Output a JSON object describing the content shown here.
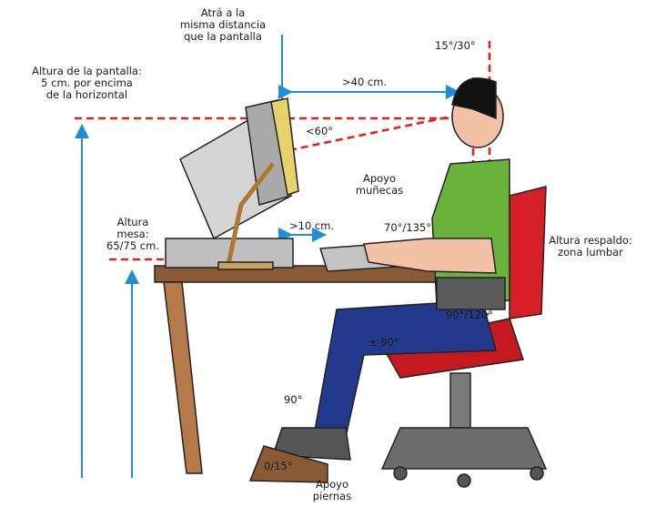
{
  "colors": {
    "measure_line": "#1e8fd6",
    "guide_dash": "#e8201c",
    "desk_top": "#8a5a35",
    "desk_leg": "#b57a4a",
    "monitor": "#c9c9c9",
    "shirt": "#6ab33a",
    "pants": "#233a8c",
    "chair": "#d61f26",
    "skin": "#f3c2a6"
  },
  "labels": {
    "eye_distance": [
      "Atrá a la",
      "misma distancia",
      "que la pantalla"
    ],
    "screen_height": [
      "Altura de la pantalla:",
      "5 cm. por encima",
      "de la horizontal"
    ],
    "head_tilt": "15°/30°",
    "viewing_distance": ">40 cm.",
    "view_angle": "<60°",
    "wrist_support": [
      "Apoyo",
      "muñecas"
    ],
    "desk_height": [
      "Altura",
      "mesa:",
      "65/75 cm."
    ],
    "keyboard_gap": ">10 cm.",
    "elbow_angle": "70°/135°",
    "backrest_height": [
      "Altura respaldo:",
      "zona lumbar"
    ],
    "hip_angle": "90°/120°",
    "knee_angle": "± 90°",
    "ankle_angle": "90°",
    "footrest_angle": "0/15°",
    "leg_support": [
      "Apoyo",
      "piernas"
    ]
  }
}
